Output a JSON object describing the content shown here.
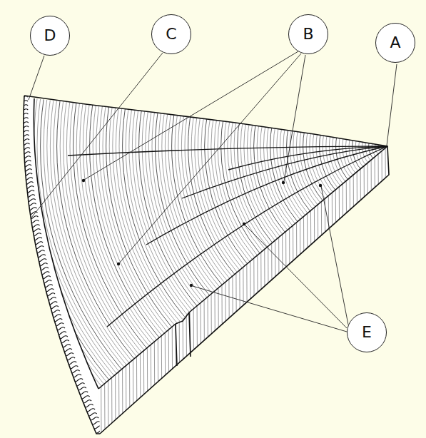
{
  "diagram": {
    "nodes": [
      {
        "text": [
          "D"
        ]
      },
      {
        "text": [
          "C"
        ]
      },
      {
        "text": [
          "B"
        ]
      },
      {
        "text": [
          "A"
        ]
      },
      {
        "text": [
          "E"
        ]
      }
    ]
  }
}
